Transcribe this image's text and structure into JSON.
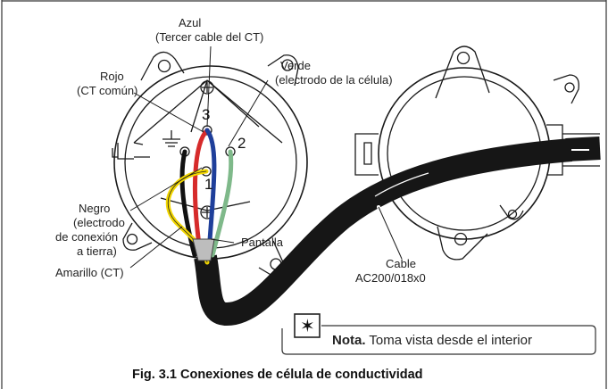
{
  "labels": {
    "azul": "Azul",
    "azul_sub": "(Tercer cable del CT)",
    "rojo": "Rojo",
    "rojo_sub": "(CT común)",
    "verde": "Verde",
    "verde_sub": "(electrodo de la célula)",
    "negro_1": "Negro",
    "negro_2": "(electrodo",
    "negro_3": "de conexión",
    "negro_4": "a tierra)",
    "amarillo": "Amarillo (CT)",
    "pantalla": "Pantalla",
    "cable_1": "Cable",
    "cable_2": "AC200/018x0"
  },
  "terminals": [
    "3",
    "2",
    "1"
  ],
  "note": {
    "icon": "star-icon",
    "bold": "Nota.",
    "text": " Toma vista desde el interior"
  },
  "caption": "Fig. 3.1 Conexiones de célula de conductividad",
  "colors": {
    "blue_wire": "#1f3f9a",
    "red_wire": "#d62b2b",
    "green_wire": "#7fb98a",
    "yellow_wire": "#f2d600",
    "black_wire": "#111111",
    "cable": "#161616"
  }
}
